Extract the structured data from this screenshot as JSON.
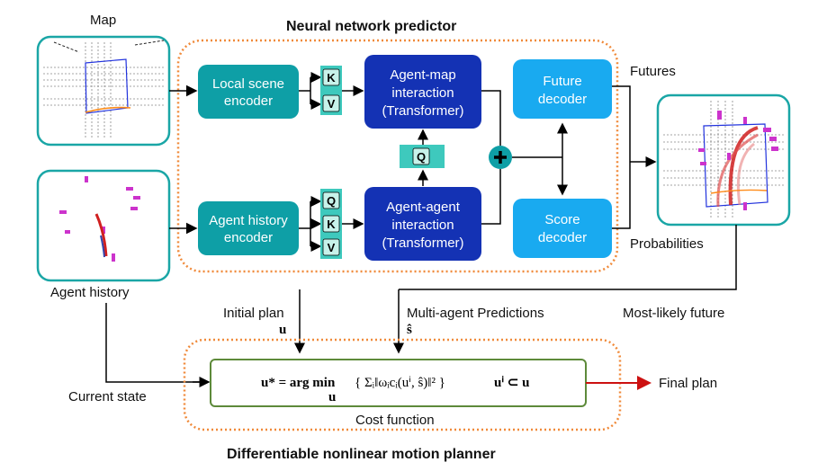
{
  "labels": {
    "map": "Map",
    "agent_history": "Agent history",
    "nn_title": "Neural network predictor",
    "futures": "Futures",
    "probabilities": "Probabilities",
    "most_likely": "Most-likely future",
    "initial_plan": "Initial plan",
    "initial_plan_sym": "u",
    "multi_agent": "Multi-agent Predictions",
    "multi_agent_sym": "ŝ",
    "current_state": "Current state",
    "final_plan": "Final plan",
    "cost_function": "Cost function",
    "planner_title": "Differentiable nonlinear motion planner"
  },
  "blocks": {
    "local_scene_1": "Local scene",
    "local_scene_2": "encoder",
    "agent_hist_1": "Agent history",
    "agent_hist_2": "encoder",
    "agent_map_1": "Agent-map",
    "agent_map_2": "interaction",
    "agent_map_3": "(Transformer)",
    "agent_agent_1": "Agent-agent",
    "agent_agent_2": "interaction",
    "agent_agent_3": "(Transformer)",
    "future_dec_1": "Future",
    "future_dec_2": "decoder",
    "score_dec_1": "Score",
    "score_dec_2": "decoder"
  },
  "tokens": {
    "k": "K",
    "v": "V",
    "q": "Q"
  },
  "equation": {
    "lhs": "u* = arg min",
    "sub": "u",
    "body": "{ Σᵢ‖ωᵢcᵢ(uⁱ, ŝ)‖² }",
    "constraint": "uⁱ ⊂ u"
  },
  "colors": {
    "teal": "#0e9fa6",
    "dark_blue": "#1432b4",
    "light_blue": "#19aaf0",
    "token_fill": "#5ed6c9",
    "orange_dash": "#f08a3a",
    "green_border": "#5d8a3a",
    "arrow_red": "#cc1111"
  }
}
